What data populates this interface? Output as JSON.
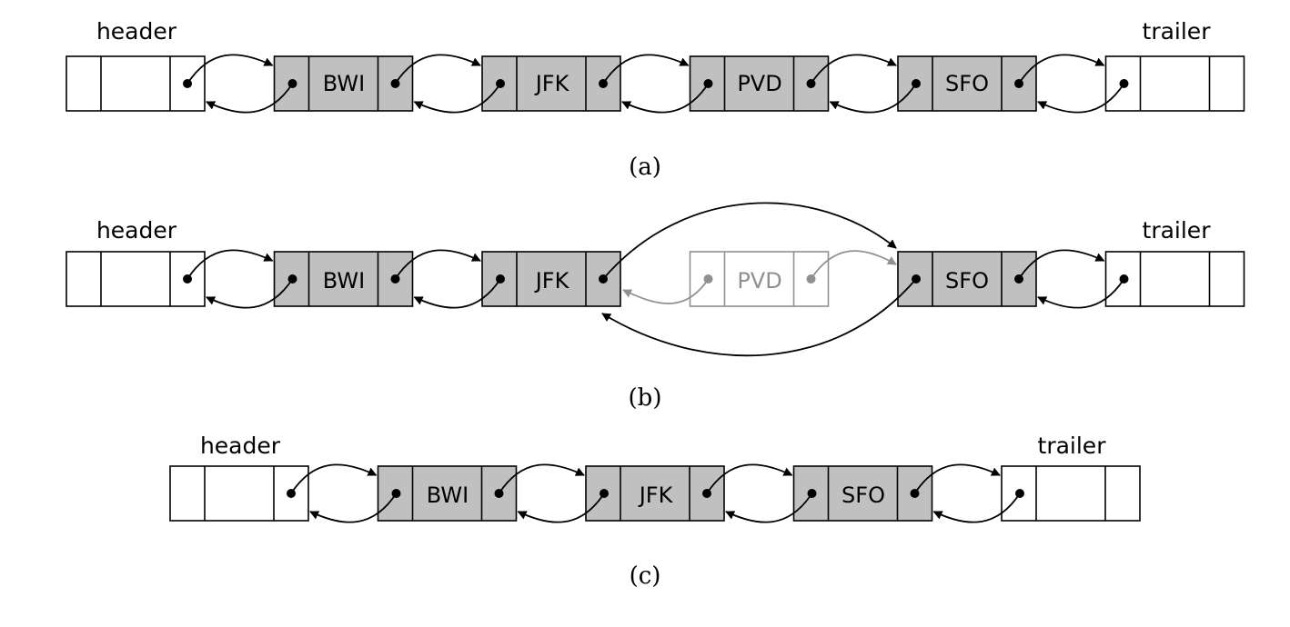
{
  "colors": {
    "node_fill": "#c0c0c0",
    "sentinel_fill": "#ffffff",
    "stroke": "#000000",
    "removed_stroke": "#909090",
    "removed_text": "#909090",
    "background": "#ffffff"
  },
  "panels": [
    {
      "caption": "(a)",
      "header_label": "header",
      "trailer_label": "trailer",
      "nodes": [
        "BWI",
        "JFK",
        "PVD",
        "SFO"
      ]
    },
    {
      "caption": "(b)",
      "header_label": "header",
      "trailer_label": "trailer",
      "nodes": [
        "BWI",
        "JFK",
        "SFO"
      ],
      "removed_node": "PVD"
    },
    {
      "caption": "(c)",
      "header_label": "header",
      "trailer_label": "trailer",
      "nodes": [
        "BWI",
        "JFK",
        "SFO"
      ]
    }
  ]
}
